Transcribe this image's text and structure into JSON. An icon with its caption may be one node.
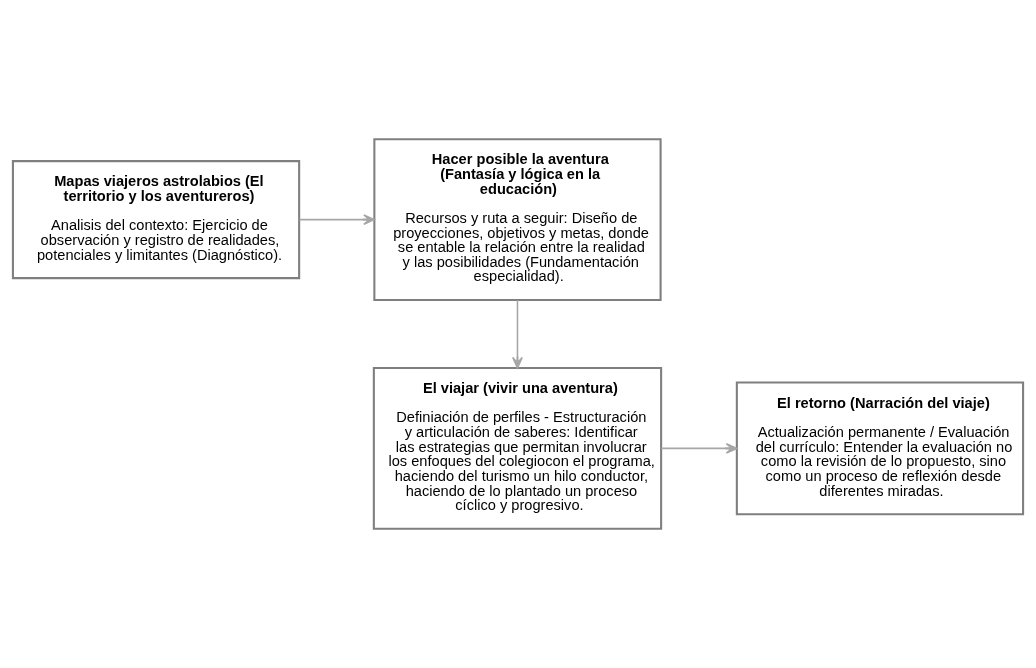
{
  "diagram": {
    "nodes": [
      {
        "text": [
          "Mapas viajeros astrolabios (El territorio y los aventureros)",
          "Analisis del contexto: Ejercicio de observación y registro de realidades, potenciales y limitantes (Diagnóstico)."
        ]
      },
      {
        "text": [
          "Hacer posible la aventura (Fantasía y lógica en la educación)",
          "Recursos y ruta a seguir: Diseño de proyecciones, objetivos y metas, donde se entable la relación entre la realidad y las posibilidades (Fundamentación especialidad)."
        ]
      },
      {
        "text": [
          "El viajar (vivir una aventura)",
          "Definiación de perfiles - Estructuración y articulación de saberes: Identificar las estrategias que permitan involucrar los enfoques del colegiocon el programa, haciendo del turismo un hilo conductor, haciendo de lo plantado un proceso cíclico y progresivo."
        ]
      },
      {
        "text": [
          "El retorno (Narración del viaje)",
          "Actualización permanente / Evaluación del currículo: Entender la evaluación no como la revisión de lo propuesto, sino como un proceso de reflexión desde diferentes miradas."
        ]
      }
    ],
    "edges": [
      {
        "from": 0,
        "to": 1,
        "arrow": "to"
      },
      {
        "from": 1,
        "to": 2,
        "arrow": "to"
      },
      {
        "from": 2,
        "to": 3,
        "arrow": "to"
      }
    ]
  }
}
